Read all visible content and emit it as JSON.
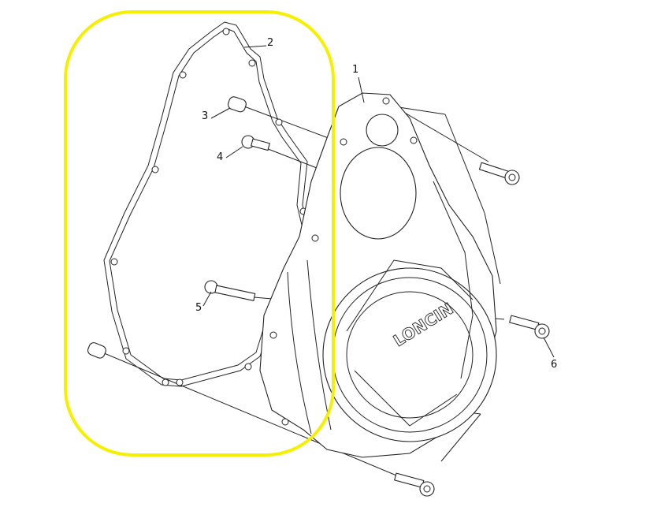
{
  "diagram": {
    "type": "exploded-parts-view",
    "part_labels": [
      "1",
      "2",
      "3",
      "4",
      "5",
      "6"
    ],
    "logo_text": "LONCIN",
    "highlight_color": "#f5f000",
    "line_color": "#222222"
  }
}
